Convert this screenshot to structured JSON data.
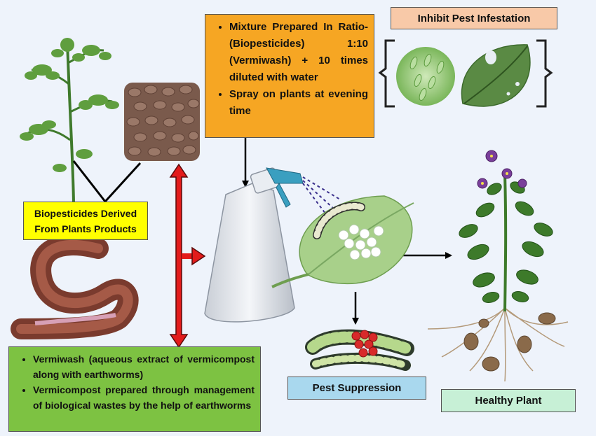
{
  "mixture_box": {
    "items": [
      "Mixture Prepared In Ratio- (Biopesticides) 1:10 (Vermiwash) + 10 times diluted with water",
      "Spray on plants at evening time"
    ]
  },
  "pest_infestation_label": "Inhibit Pest Infestation",
  "biopesticides_label": {
    "line1": "Biopesticides Derived",
    "line2": "From Plants Products"
  },
  "vermi_box": {
    "items": [
      "Vermiwash (aqueous extract of vermicompost along with earthworms)",
      "Vermicompost prepared through management of biological wastes by the help of earthworms"
    ]
  },
  "pest_suppression_label": "Pest Suppression",
  "healthy_plant_label": "Healthy Plant",
  "colors": {
    "arrow_red": "#e31b1b",
    "arrow_black": "#000000",
    "leaf_green": "#8fbf6a",
    "plant_green": "#3d7a2a",
    "flower_purple": "#7a3f9a"
  },
  "icons": [
    "tomato-plant-icon",
    "plant-products-pile-icon",
    "earthworm-icon",
    "spray-bottle-icon",
    "leaf-with-caterpillar-icon",
    "infested-leaf-icon",
    "leaf-closeup-icon",
    "caterpillars-icon",
    "potato-plant-icon"
  ]
}
